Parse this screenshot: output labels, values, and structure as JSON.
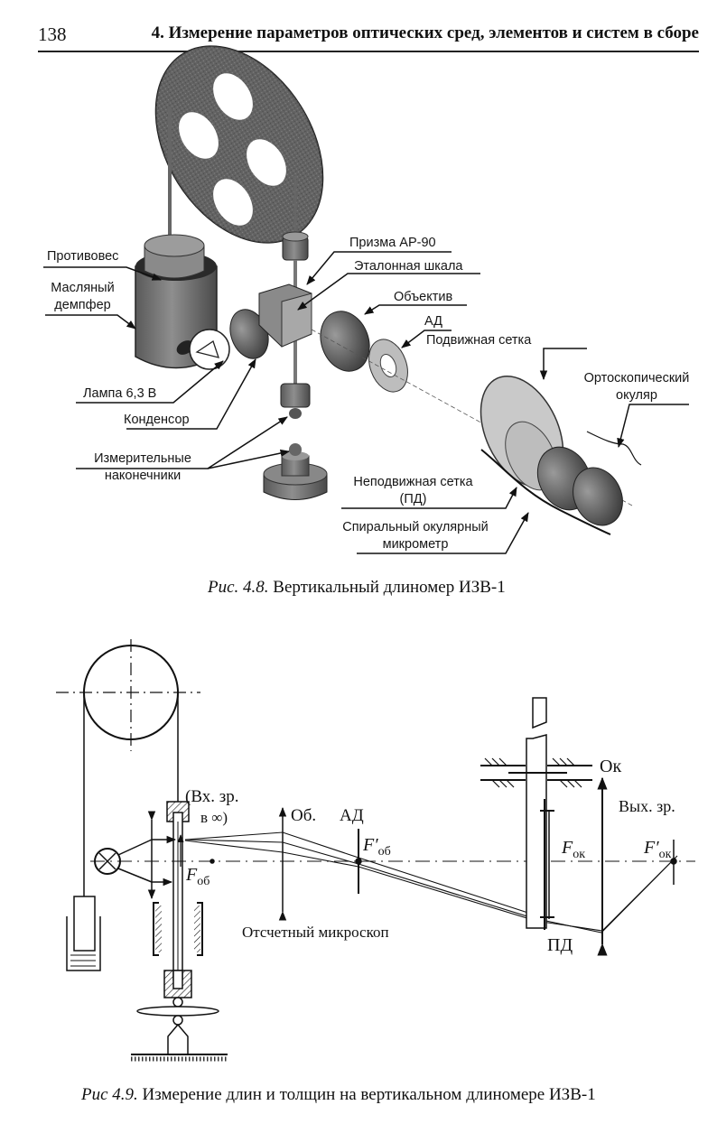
{
  "page": {
    "number": "138",
    "running_header": "4. Измерение параметров оптических сред, элементов и систем в сборе"
  },
  "figure_4_8": {
    "caption_prefix": "Рис. 4.8.",
    "caption_text": "Вертикальный длиномер ИЗВ-1",
    "labels": {
      "counterweight": "Противовес",
      "oil_damper_1": "Масляный",
      "oil_damper_2": "демпфер",
      "lamp": "Лампа 6,3 В",
      "condenser": "Конденсор",
      "tips_1": "Измерительные",
      "tips_2": "наконечники",
      "prism": "Призма АР-90",
      "scale": "Эталонная шкала",
      "objective": "Объектив",
      "aperture": "АД",
      "moving_grid": "Подвижная сетка",
      "eyepiece_1": "Ортоскопический",
      "eyepiece_2": "окуляр",
      "fixed_grid_1": "Неподвижная сетка",
      "fixed_grid_2": "(ПД)",
      "micrometer_1": "Спиральный окулярный",
      "micrometer_2": "микрометр"
    }
  },
  "figure_4_9": {
    "caption_prefix": "Рис 4.9.",
    "caption_text": "Измерение длин и толщин на вертикальном длиномере ИЗВ-1",
    "labels": {
      "entrance_pupil_1": "(Вх. зр.",
      "entrance_pupil_2": "в ∞)",
      "objective": "Об.",
      "aperture": "АД",
      "f_ob": "F",
      "f_ob_sub": "об",
      "f_ob_prime": "F′",
      "f_ob_prime_sub": "об",
      "f_ok": "F",
      "f_ok_sub": "ок",
      "f_ok_prime": "F′",
      "f_ok_prime_sub": "ок",
      "eyepiece": "Ок",
      "exit_pupil": "Вых. зр.",
      "reading_microscope": "Отсчетный микроскоп",
      "fixed_grid": "ПД"
    }
  }
}
